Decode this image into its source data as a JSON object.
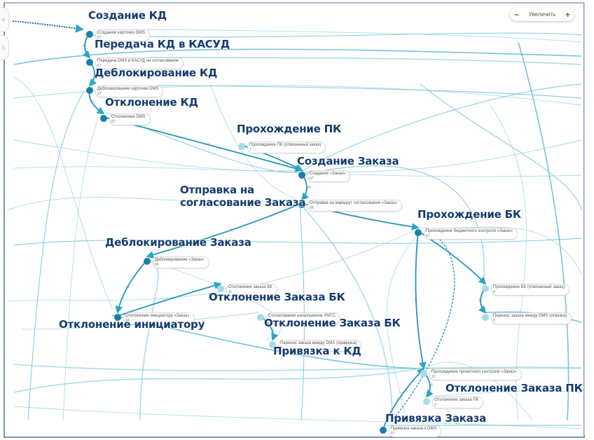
{
  "zoom_control": {
    "minus": "−",
    "label": "Увеличить",
    "plus": "+"
  },
  "side_tabs": [
    {
      "icon": "filter-icon",
      "glyph": "ǂ"
    },
    {
      "icon": "settings-icon",
      "glyph": "ὃ"
    }
  ],
  "colors": {
    "major_node": "#1c7ea8",
    "minor_node": "#a8dbe8",
    "edge": "#2aa6c4",
    "label": "#163c6e"
  },
  "nodes": [
    {
      "id": "n1",
      "name": "Создание карточки DMS",
      "count": "67",
      "kind": "major",
      "title": "Создание КД"
    },
    {
      "id": "n2",
      "name": "Передача DMS в КАСУД на согласование",
      "count": "67",
      "kind": "major",
      "title": "Передача КД в КАСУД"
    },
    {
      "id": "n3",
      "name": "Деблокирование карточки DMS",
      "count": "67",
      "kind": "major",
      "title": "Деблокирование КД"
    },
    {
      "id": "n4",
      "name": "Отклонение DMS",
      "count": "67",
      "kind": "major",
      "title": "Отклонение КД"
    },
    {
      "id": "n5",
      "name": "Прохождение ПК (отвязанный заказ)",
      "count": "1",
      "kind": "minor",
      "title": "Прохождение ПК"
    },
    {
      "id": "n6",
      "name": "Создание «Заказ»",
      "count": "67",
      "kind": "major",
      "title": "Создание Заказа"
    },
    {
      "id": "n7",
      "name": "Отправка на маршрут согласования «Заказ»",
      "count": "66",
      "kind": "major",
      "title": "Отправка на\nсогласование Заказа"
    },
    {
      "id": "n8",
      "name": "Прохождение бюджетного контроля «Заказ»",
      "count": "67",
      "kind": "major",
      "title": "Прохождение БК"
    },
    {
      "id": "n9",
      "name": "Деблокирование «Заказ»",
      "count": "66",
      "kind": "major",
      "title": "Деблокирование Заказа"
    },
    {
      "id": "n10",
      "name": "Отклонение заказа БК",
      "count": "11",
      "kind": "minor",
      "title": "Отклонение Заказа БК"
    },
    {
      "id": "n11",
      "name": "Прохождение БК (отвязанный заказ)",
      "count": "4",
      "kind": "minor",
      "title": ""
    },
    {
      "id": "n12",
      "name": "Отклонение инициатору «Заказ»",
      "count": "34",
      "kind": "major",
      "title": "Отклонение инициатору"
    },
    {
      "id": "n13",
      "name": "Согласование начальником УМТС",
      "count": "2",
      "kind": "minor",
      "title": "Отклонение Заказа БК"
    },
    {
      "id": "n14",
      "name": "Перенос заказа между DMS (отвязка)",
      "count": "5",
      "kind": "minor",
      "title": ""
    },
    {
      "id": "n15",
      "name": "Перенос заказа между DMS (привязка)",
      "count": "2",
      "kind": "minor",
      "title": "Привязка к КД"
    },
    {
      "id": "n16",
      "name": "Прохождение проектного контроля «Заказ»",
      "count": "10",
      "kind": "minor",
      "title": ""
    },
    {
      "id": "n17",
      "name": "Отклонение заказа ПК",
      "count": "5",
      "kind": "minor",
      "title": "Отклонение Заказа ПК"
    },
    {
      "id": "n18",
      "name": "Привязка заказа к DMS",
      "count": "67",
      "kind": "major",
      "title": "Привязка Заказа"
    }
  ],
  "edges": [
    {
      "from": "n1",
      "to": "n2",
      "label": "40"
    },
    {
      "from": "n2",
      "to": "n3",
      "label": "40"
    },
    {
      "from": "n3",
      "to": "n4",
      "label": "10"
    },
    {
      "from": "n6",
      "to": "n7",
      "label": "40"
    },
    {
      "from": "n7",
      "to": "n8",
      "label": "47"
    },
    {
      "from": "n7",
      "to": "n9",
      "label": "11"
    },
    {
      "from": "n9",
      "to": "n12",
      "label": "24"
    },
    {
      "from": "n8",
      "to": "n11",
      "label": "2"
    },
    {
      "from": "n11",
      "to": "n14",
      "label": "1"
    },
    {
      "from": "n16",
      "to": "n17",
      "label": "4"
    },
    {
      "from": "n18",
      "to": "n16",
      "label": "1"
    },
    {
      "from": "n4",
      "to": "n6",
      "label": "1"
    },
    {
      "from": "n12",
      "to": "n10",
      "label": "12"
    },
    {
      "from": "n13",
      "to": "n15",
      "label": "1"
    },
    {
      "from": "n8",
      "to": "n16",
      "label": "10"
    },
    {
      "from": "n5",
      "to": "n6",
      "label": "1"
    }
  ]
}
